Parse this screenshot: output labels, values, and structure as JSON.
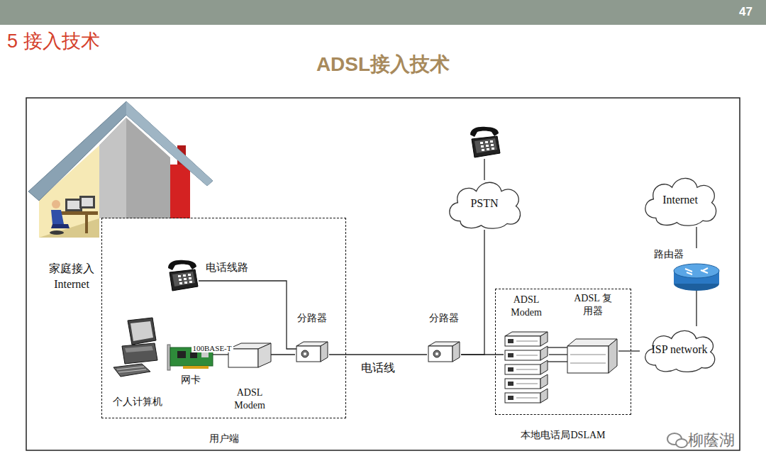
{
  "diagram": {
    "title": "ADSL接入技术",
    "nodes": [
      {
        "text": [
          "用户端"
        ]
      },
      {
        "text": [
          "个人计算机"
        ],
        "in": 0
      },
      {
        "text": [
          "网卡"
        ],
        "in": 0
      },
      {
        "text": [
          "ADSL Modem"
        ],
        "in": 0
      },
      {
        "text": [
          "分路器"
        ],
        "in": 0
      },
      {
        "text": [
          "分路器"
        ]
      },
      {
        "text": [
          "PSTN"
        ]
      },
      {
        "text": [
          "本地电话局DSLAM"
        ]
      },
      {
        "text": [
          "ADSL Modem"
        ],
        "in": 7
      },
      {
        "text": [
          "ADSL 复用器"
        ],
        "in": 7
      },
      {
        "text": [
          "ISP network"
        ]
      },
      {
        "text": [
          "路由器"
        ]
      },
      {
        "text": [
          "Internet"
        ]
      }
    ],
    "edges": [
      {
        "from": 2,
        "to": 3,
        "arrow": "none",
        "label": "100BASE-T"
      },
      {
        "from": 3,
        "to": 4,
        "arrow": "none"
      },
      {
        "from": 4,
        "to": 5,
        "arrow": "none",
        "label": "电话线"
      },
      {
        "from": 5,
        "to": 6,
        "arrow": "none"
      },
      {
        "from": 5,
        "to": 8,
        "arrow": "none"
      },
      {
        "from": 8,
        "to": 9,
        "arrow": "none"
      },
      {
        "from": 9,
        "to": 10,
        "arrow": "none"
      },
      {
        "from": 10,
        "to": 11,
        "arrow": "none"
      },
      {
        "from": 11,
        "to": 12,
        "arrow": "none"
      }
    ],
    "labels": [
      "47",
      "5 接入技术",
      "家庭接入 Internet",
      "电话线路",
      "柳蔭湖"
    ]
  }
}
